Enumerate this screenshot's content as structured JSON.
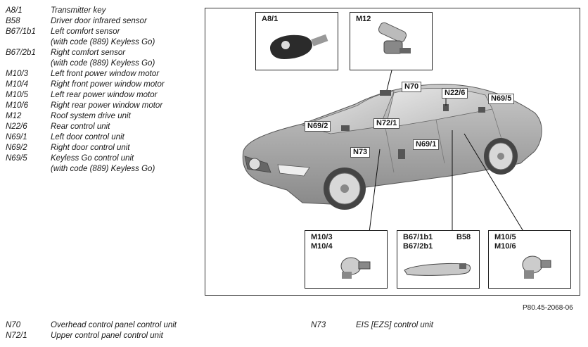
{
  "legend": [
    {
      "code": "A8/1",
      "desc": "Transmitter key"
    },
    {
      "code": "B58",
      "desc": "Driver door infrared sensor"
    },
    {
      "code": "B67/1b1",
      "desc": "Left comfort sensor"
    },
    {
      "code": "",
      "desc": "(with code (889) Keyless Go)"
    },
    {
      "code": "B67/2b1",
      "desc": "Right comfort sensor"
    },
    {
      "code": "",
      "desc": "(with code (889) Keyless Go)"
    },
    {
      "code": "M10/3",
      "desc": "Left front power window motor"
    },
    {
      "code": "M10/4",
      "desc": "Right front power window motor"
    },
    {
      "code": "M10/5",
      "desc": "Left rear power window motor"
    },
    {
      "code": "M10/6",
      "desc": "Right rear power window motor"
    },
    {
      "code": "M12",
      "desc": "Roof system drive unit"
    },
    {
      "code": "N22/6",
      "desc": "Rear control unit"
    },
    {
      "code": "N69/1",
      "desc": "Left door control unit"
    },
    {
      "code": "N69/2",
      "desc": "Right door control unit"
    },
    {
      "code": "N69/5",
      "desc": "Keyless Go control unit"
    },
    {
      "code": "",
      "desc": "(with code (889) Keyless Go)"
    }
  ],
  "boxes": {
    "a8_1": "A8/1",
    "m12": "M12",
    "m10_3": "M10/3",
    "m10_4": "M10/4",
    "b67_1b1": "B67/1b1",
    "b67_2b1": "B67/2b1",
    "b58": "B58",
    "m10_5": "M10/5",
    "m10_6": "M10/6"
  },
  "tags": {
    "n70": "N70",
    "n22_6": "N22/6",
    "n69_5": "N69/5",
    "n69_2": "N69/2",
    "n72_1": "N72/1",
    "n73": "N73",
    "n69_1": "N69/1"
  },
  "figure_ref": "P80.45-2068-06",
  "bottom_legend": [
    {
      "code": "N70",
      "desc": "Overhead control panel control unit"
    },
    {
      "code": "N72/1",
      "desc": "Upper control panel control unit"
    },
    {
      "code": "N73",
      "desc": "EIS [EZS] control unit"
    }
  ]
}
